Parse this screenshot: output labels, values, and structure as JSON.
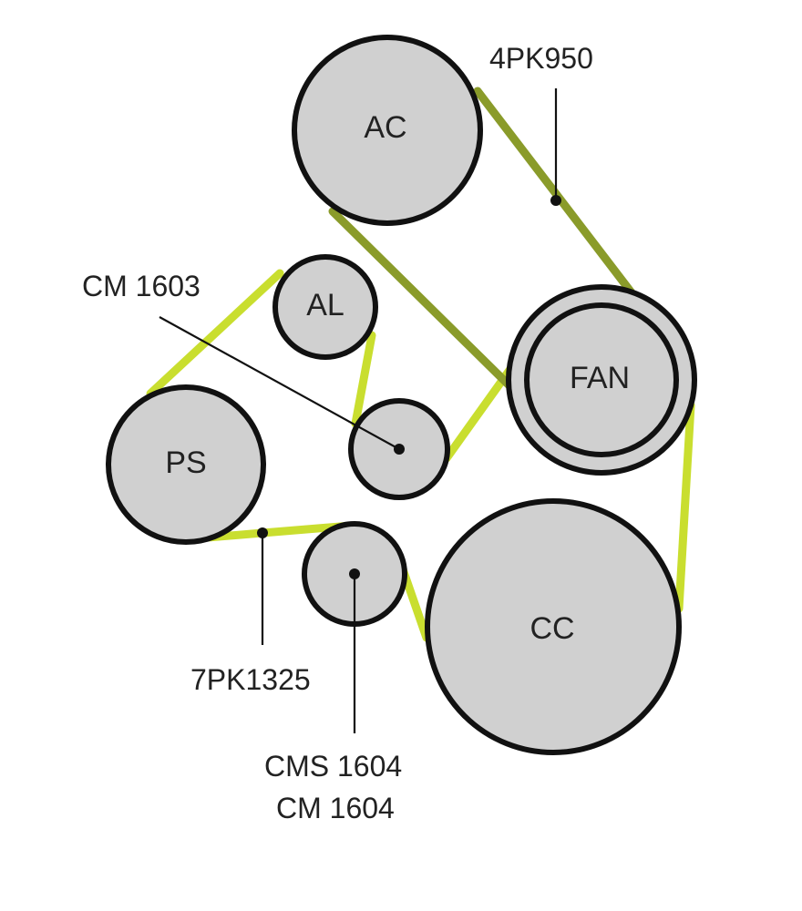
{
  "colors": {
    "main_belt": "#c9de2f",
    "ac_belt": "#8a9b2a",
    "pulley_fill": "#d0d0d0",
    "pulley_stroke": "#111111",
    "text": "#222222"
  },
  "pulleys": {
    "ac": "AC",
    "al": "AL",
    "ps": "PS",
    "fan": "FAN",
    "cc": "CC",
    "idler_cm1603": "",
    "idler_cm1604": ""
  },
  "callouts": {
    "belt_ac": "4PK950",
    "idler_upper": "CM 1603",
    "belt_main": "7PK1325",
    "idler_lower_line1": "CMS 1604",
    "idler_lower_line2": "CM 1604"
  }
}
